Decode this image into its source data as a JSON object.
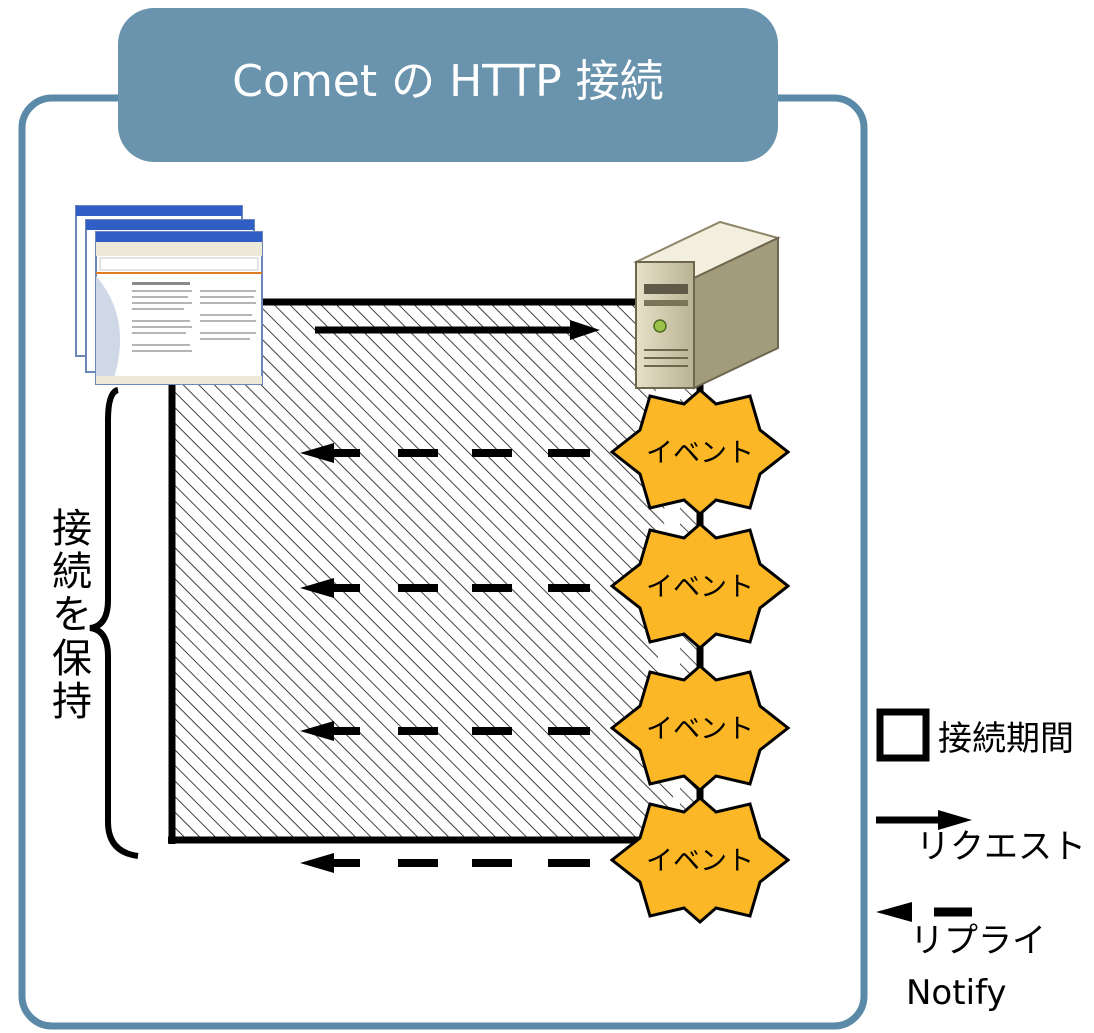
{
  "title": "Comet の HTTP 接続",
  "side_label": [
    "接",
    "続",
    "を",
    "保",
    "持"
  ],
  "events": [
    {
      "label": "イベント"
    },
    {
      "label": "イベント"
    },
    {
      "label": "イベント"
    },
    {
      "label": "イベント"
    }
  ],
  "legend": {
    "period": "接続期間",
    "request": "リクエスト",
    "reply": "リプライ",
    "notify": "Notify"
  },
  "colors": {
    "panel_border": "#5b8aa8",
    "title_fill": "#6a93ad",
    "event_fill": "#fbb726",
    "hatch": "#000000"
  },
  "icons": [
    "browser-windows-icon",
    "server-tower-icon"
  ]
}
